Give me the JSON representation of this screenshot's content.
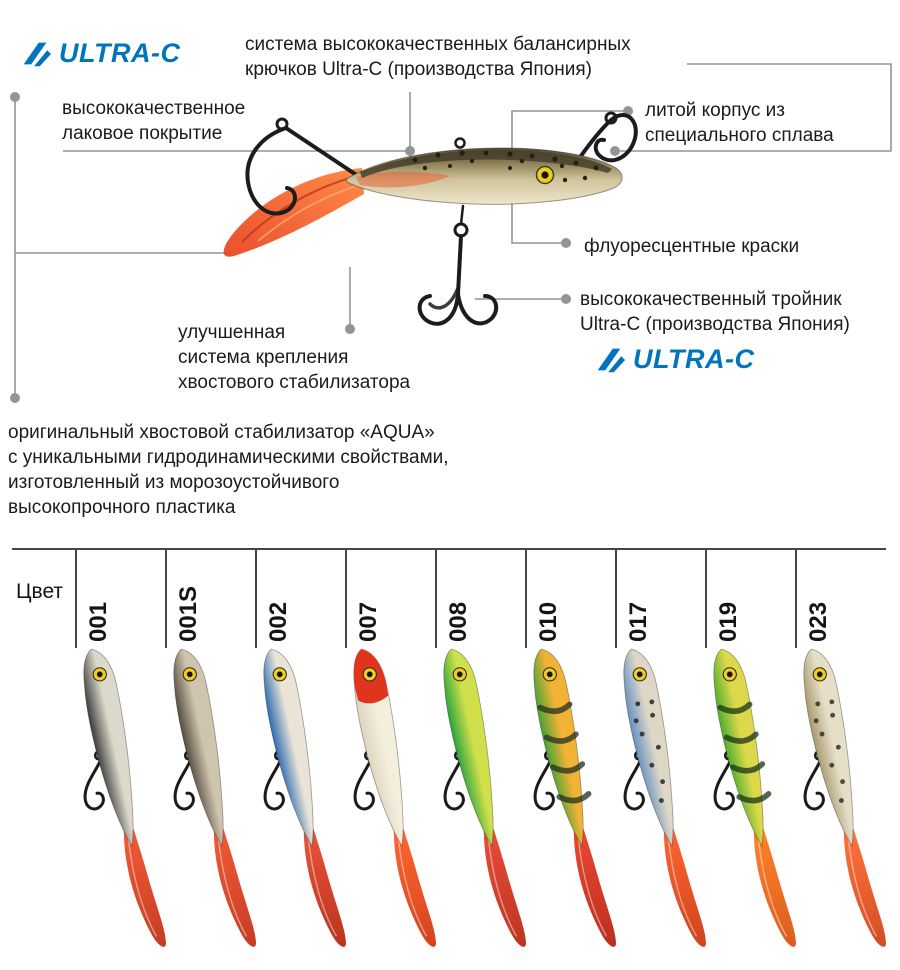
{
  "brand": {
    "name": "ULTRA-C",
    "color": "#0074bd"
  },
  "callouts": {
    "hook_system": "система высококачественных балансирных\nкрючков Ultra-C (производства Япония)",
    "lacquer": "высококачественное\nлаковое покрытие",
    "cast_body": "литой корпус из\nспециального сплава",
    "fluorescent": "флуоресцентные краски",
    "treble": "высококачественный тройник\nUltra-C (производства Япония)",
    "tail_mount": "улучшенная\nсистема крепления\nхвостового стабилизатора",
    "tail_stabilizer": "оригинальный хвостовой стабилизатор «AQUA»\nс уникальными гидродинамическими свойствами,\nизготовленный из морозоустойчивого\nвысокопрочного пластика"
  },
  "color_table": {
    "label": "Цвет",
    "eye_color": "#f0cc22",
    "items": [
      {
        "code": "001",
        "back": "#3d3d3c",
        "belly": "#dcd8cb",
        "head": "",
        "pattern": "none",
        "pattern_color": "",
        "tail": "#f2512c",
        "tail2": "#c23318"
      },
      {
        "code": "001S",
        "back": "#554c40",
        "belly": "#cfc5ae",
        "head": "",
        "pattern": "none",
        "pattern_color": "",
        "tail": "#f2512c",
        "tail2": "#c23318"
      },
      {
        "code": "002",
        "back": "#2e6cb0",
        "belly": "#e9e4d6",
        "head": "",
        "pattern": "none",
        "pattern_color": "",
        "tail": "#e84a2e",
        "tail2": "#b52a14"
      },
      {
        "code": "007",
        "back": "#ded4bf",
        "belly": "#f4eedd",
        "head": "#e0341c",
        "pattern": "none",
        "pattern_color": "",
        "tail": "#ff5f24",
        "tail2": "#d03a12"
      },
      {
        "code": "008",
        "back": "#2ba43e",
        "belly": "#cfe04a",
        "head": "",
        "pattern": "none",
        "pattern_color": "",
        "tail": "#e8432c",
        "tail2": "#b82a16"
      },
      {
        "code": "010",
        "back": "#46a336",
        "belly": "#f2b236",
        "head": "",
        "pattern": "stripes",
        "pattern_color": "#203020",
        "tail": "#e83e28",
        "tail2": "#b82412"
      },
      {
        "code": "017",
        "back": "#6792c1",
        "belly": "#ded7c6",
        "head": "",
        "pattern": "spots",
        "pattern_color": "#26262a",
        "tail": "#ff5c26",
        "tail2": "#cc3a12"
      },
      {
        "code": "019",
        "back": "#4fae2f",
        "belly": "#ddd84a",
        "head": "",
        "pattern": "stripes",
        "pattern_color": "#173517",
        "tail": "#ff7b20",
        "tail2": "#d85510"
      },
      {
        "code": "023",
        "back": "#aa9a70",
        "belly": "#e6dfc8",
        "head": "",
        "pattern": "spots",
        "pattern_color": "#333026",
        "tail": "#ff6c30",
        "tail2": "#d0441a"
      }
    ]
  }
}
